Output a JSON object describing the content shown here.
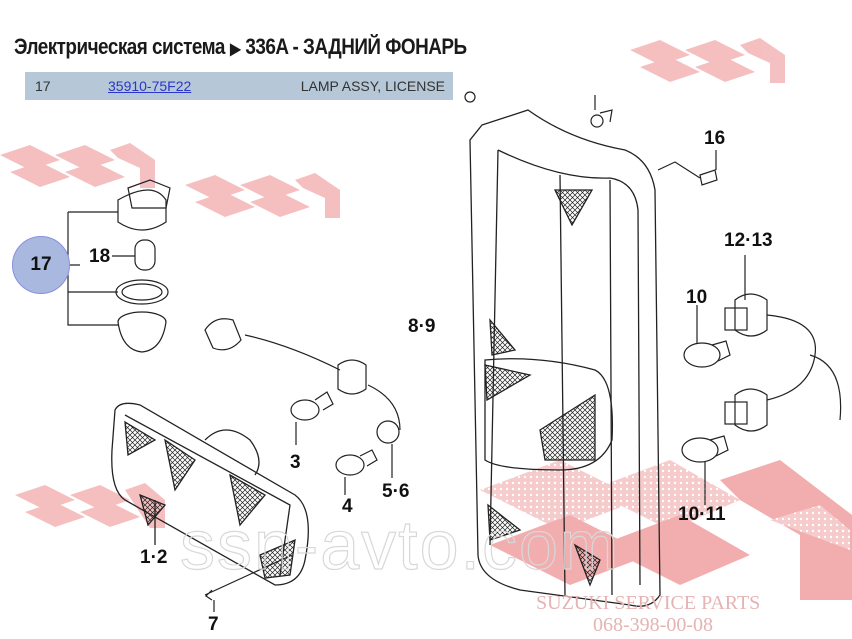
{
  "header": {
    "category": "Электрическая система",
    "separator": "▶",
    "section": "336A - ЗАДНИЙ ФОНАРЬ"
  },
  "selected_part": {
    "ref": "17",
    "part_number": "35910-75F22",
    "description": "LAMP ASSY, LICENSE"
  },
  "callouts": {
    "highlighted": "17",
    "c18": "18",
    "c16": "16",
    "c12_13": "12·13",
    "c10": "10",
    "c8_9": "8·9",
    "c3": "3",
    "c4": "4",
    "c5_6": "5·6",
    "c1_2": "1·2",
    "c7": "7",
    "c10_11": "10·11"
  },
  "watermarks": {
    "site": "ssn-avto.com",
    "company": "SUZUKI SERVICE PARTS",
    "phone": "068-398-00-08",
    "logo_color": "#f2a9aa"
  },
  "colors": {
    "row_bg": "#b6c7d8",
    "link": "#2a36c8",
    "callout_fill": "#a9b8de",
    "callout_border": "#8a8fe0"
  }
}
